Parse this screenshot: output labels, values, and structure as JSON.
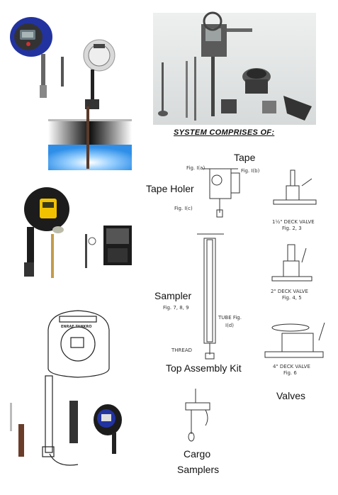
{
  "labels": {
    "system_title": "SYSTEM COMPRISES OF:",
    "tape": "Tape",
    "tape_holer": "Tape Holer",
    "sampler": "Sampler",
    "top_assembly_kit": "Top Assembly Kit",
    "valves": "Valves",
    "cargo_samplers_line1": "Cargo",
    "cargo_samplers_line2": "Samplers"
  },
  "diagram_labels": {
    "fig_1a": "Fig. I(a)",
    "fig_1b": "Fig. I(b)",
    "fig_1c": "Fig. I(c)",
    "sampler_fig": "Fig. 7, 8, 9",
    "tube_fig": "TUBE Fig.",
    "tube_fig_num": "I(d)",
    "thread": "THREAD",
    "valve_1_name": "1½\" DECK VALVE",
    "valve_1_fig": "Fig. 2, 3",
    "valve_2_name": "2\" DECK VALVE",
    "valve_2_fig": "Fig. 4, 5",
    "valve_3_name": "4\" DECK VALVE",
    "valve_3_fig": "Fig. 6"
  },
  "device_text": {
    "reel_brand": "ENRAF TANKRO"
  },
  "colors": {
    "device_blue": "#2233a0",
    "liquid_blue": "#3fa0f0",
    "device_yellow": "#f2c200",
    "dark": "#1c1c1c"
  }
}
